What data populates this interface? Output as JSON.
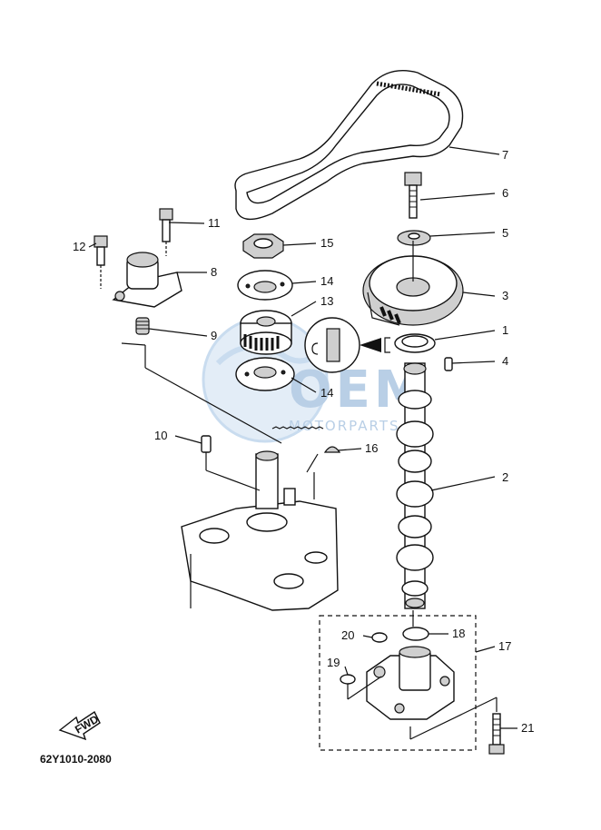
{
  "diagram": {
    "code": "62Y1010-2080",
    "fwd_label": "FWD",
    "watermark": {
      "brand": "OEM",
      "tagline": "MOTORPARTS"
    },
    "callouts": [
      {
        "id": "c1",
        "text": "1"
      },
      {
        "id": "c2",
        "text": "2"
      },
      {
        "id": "c3",
        "text": "3"
      },
      {
        "id": "c4",
        "text": "4"
      },
      {
        "id": "c5",
        "text": "5"
      },
      {
        "id": "c6",
        "text": "6"
      },
      {
        "id": "c7",
        "text": "7"
      },
      {
        "id": "c8",
        "text": "8"
      },
      {
        "id": "c9",
        "text": "9"
      },
      {
        "id": "c10",
        "text": "10"
      },
      {
        "id": "c11",
        "text": "11"
      },
      {
        "id": "c12",
        "text": "12"
      },
      {
        "id": "c13",
        "text": "13"
      },
      {
        "id": "c14a",
        "text": "14"
      },
      {
        "id": "c14b",
        "text": "14"
      },
      {
        "id": "c15",
        "text": "15"
      },
      {
        "id": "c16",
        "text": "16"
      },
      {
        "id": "c17",
        "text": "17"
      },
      {
        "id": "c18",
        "text": "18"
      },
      {
        "id": "c19",
        "text": "19"
      },
      {
        "id": "c20",
        "text": "20"
      },
      {
        "id": "c21",
        "text": "21"
      }
    ]
  }
}
